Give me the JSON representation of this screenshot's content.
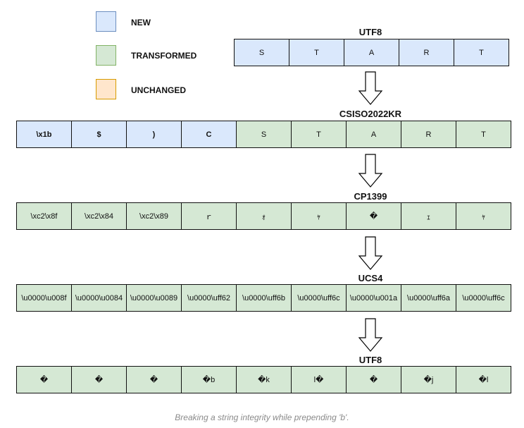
{
  "legend": [
    {
      "label": "NEW",
      "color": "blue"
    },
    {
      "label": "TRANSFORMED",
      "color": "green"
    },
    {
      "label": "UNCHANGED",
      "color": "orange"
    }
  ],
  "rows": [
    {
      "title": "UTF8",
      "color": "blue",
      "cells": [
        "S",
        "T",
        "A",
        "R",
        "T"
      ]
    },
    {
      "title": "CSISO2022KR",
      "cells": [
        {
          "t": "\\x1b",
          "c": "blue",
          "b": true
        },
        {
          "t": "$",
          "c": "blue",
          "b": true
        },
        {
          "t": ")",
          "c": "blue",
          "b": true
        },
        {
          "t": "C",
          "c": "blue",
          "b": true
        },
        {
          "t": "S",
          "c": "green"
        },
        {
          "t": "T",
          "c": "green"
        },
        {
          "t": "A",
          "c": "green"
        },
        {
          "t": "R",
          "c": "green"
        },
        {
          "t": "T",
          "c": "green"
        }
      ]
    },
    {
      "title": "CP1399",
      "color": "green",
      "cells": [
        "\\xc2\\x8f",
        "\\xc2\\x84",
        "\\xc2\\x89",
        "ｒ",
        "ｫ",
        "ｬ",
        "�",
        "ｪ",
        "ｬ"
      ]
    },
    {
      "title": "UCS4",
      "color": "green",
      "cells": [
        "\\u0000\\u008f",
        "\\u0000\\u0084",
        "\\u0000\\u0089",
        "\\u0000\\uff62",
        "\\u0000\\uff6b",
        "\\u0000\\uff6c",
        "\\u0000\\u001a",
        "\\u0000\\uff6a",
        "\\u0000\\uff6c"
      ]
    },
    {
      "title": "UTF8",
      "color": "green",
      "cells": [
        "�",
        "�",
        "�",
        "�b",
        "�k",
        "l�",
        "�",
        "�j",
        "�l"
      ]
    }
  ],
  "caption": "Breaking a string integrity while prepending 'b'."
}
